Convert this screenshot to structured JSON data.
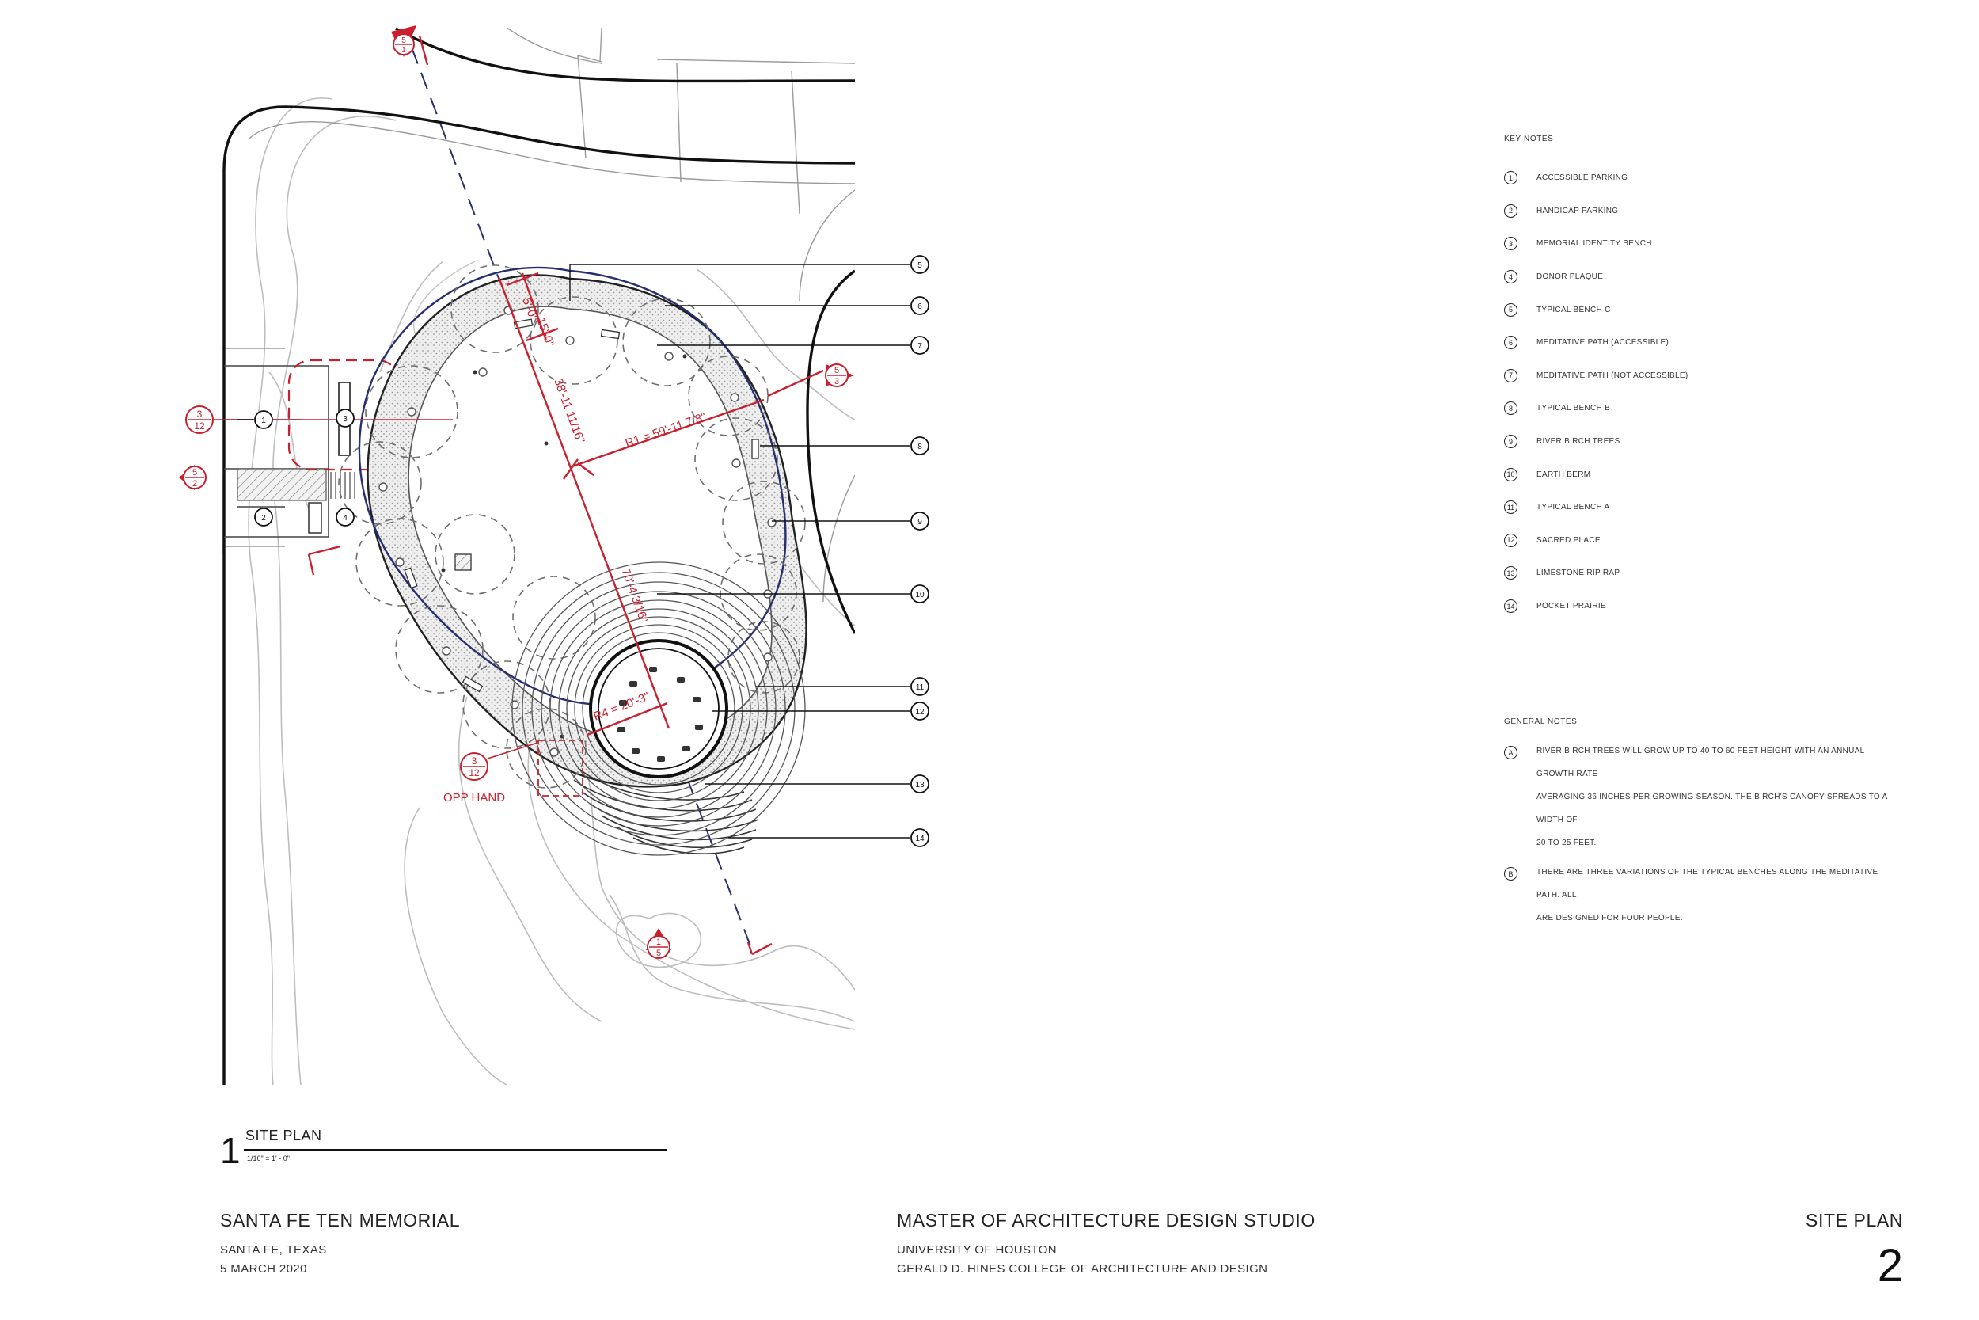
{
  "drawing_tags": {
    "section_a_num": "5",
    "section_a_sheet": "1",
    "section_b_num": "5",
    "section_b_sheet": "3",
    "section_c_num": "1",
    "section_c_sheet": "5",
    "detail_a_num": "3",
    "detail_a_sheet": "12",
    "detail_b_num": "5",
    "detail_b_sheet": "2",
    "detail_c_num": "3",
    "detail_c_sheet": "12",
    "opp_hand": "OPP HAND"
  },
  "dimensions": {
    "d1": "5'-0\"",
    "d2": "15'-0\"",
    "d3": "38'-11 11/16\"",
    "d4": "R1 = 59'-11 7/8\"",
    "d5": "70'-4 3/16\"",
    "d6": "R4 = 20'-3\""
  },
  "callouts": [
    "1",
    "2",
    "3",
    "4",
    "5",
    "6",
    "7",
    "8",
    "9",
    "10",
    "11",
    "12",
    "13",
    "14"
  ],
  "key_notes": {
    "heading": "KEY NOTES",
    "items": [
      {
        "num": "1",
        "label": "ACCESSIBLE PARKING"
      },
      {
        "num": "2",
        "label": "HANDICAP PARKING"
      },
      {
        "num": "3",
        "label": "MEMORIAL IDENTITY BENCH"
      },
      {
        "num": "4",
        "label": "DONOR PLAQUE"
      },
      {
        "num": "5",
        "label": "TYPICAL BENCH C"
      },
      {
        "num": "6",
        "label": "MEDITATIVE PATH (ACCESSIBLE)"
      },
      {
        "num": "7",
        "label": "MEDITATIVE PATH (NOT ACCESSIBLE)"
      },
      {
        "num": "8",
        "label": "TYPICAL BENCH B"
      },
      {
        "num": "9",
        "label": "RIVER BIRCH TREES"
      },
      {
        "num": "10",
        "label": "EARTH BERM"
      },
      {
        "num": "11",
        "label": "TYPICAL BENCH A"
      },
      {
        "num": "12",
        "label": "SACRED PLACE"
      },
      {
        "num": "13",
        "label": "LIMESTONE RIP RAP"
      },
      {
        "num": "14",
        "label": "POCKET PRAIRIE"
      }
    ]
  },
  "general_notes": {
    "heading": "GENERAL NOTES",
    "items": [
      {
        "letter": "A",
        "lines": [
          "RIVER BIRCH TREES WILL GROW UP TO 40 TO 60 FEET HEIGHT WITH AN ANNUAL GROWTH RATE",
          "AVERAGING 36 INCHES PER GROWING SEASON. THE BIRCH'S CANOPY SPREADS TO A WIDTH OF",
          "20 TO 25 FEET."
        ]
      },
      {
        "letter": "B",
        "lines": [
          "THERE ARE THREE VARIATIONS OF THE TYPICAL BENCHES ALONG THE MEDITATIVE PATH. ALL",
          "ARE DESIGNED FOR FOUR PEOPLE."
        ]
      }
    ]
  },
  "drawing_label": {
    "number": "1",
    "title": "SITE PLAN",
    "scale": "1/16\" = 1' - 0\""
  },
  "title_block": {
    "project": "SANTA FE TEN MEMORIAL",
    "location": "SANTA FE, TEXAS",
    "date": "5 MARCH 2020",
    "studio": "MASTER OF ARCHITECTURE DESIGN STUDIO",
    "university": "UNIVERSITY OF HOUSTON",
    "college": "GERALD D. HINES COLLEGE OF ARCHITECTURE AND DESIGN",
    "sheet_title": "SITE PLAN",
    "sheet_number": "2"
  },
  "colors": {
    "red": "#c8202e",
    "navy": "#262e6e",
    "line": "#111111",
    "grey": "#a8a8a8"
  }
}
